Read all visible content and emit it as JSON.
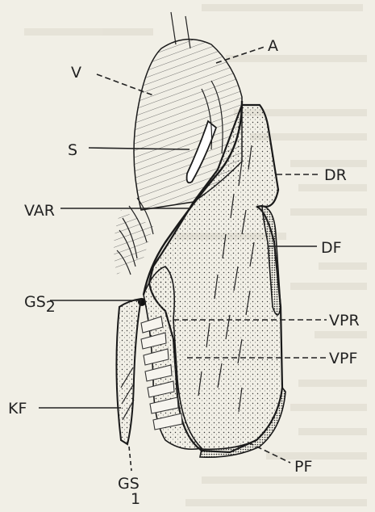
{
  "labels": {
    "A": "A",
    "V": "V",
    "S": "S",
    "DR": "DR",
    "VAR": "VAR",
    "DF": "DF",
    "GS2_main": "GS",
    "GS2_sub": "2",
    "VPR": "VPR",
    "VPF": "VPF",
    "KF": "KF",
    "PF": "PF",
    "GS1_main": "GS",
    "GS1_sub": "1"
  }
}
